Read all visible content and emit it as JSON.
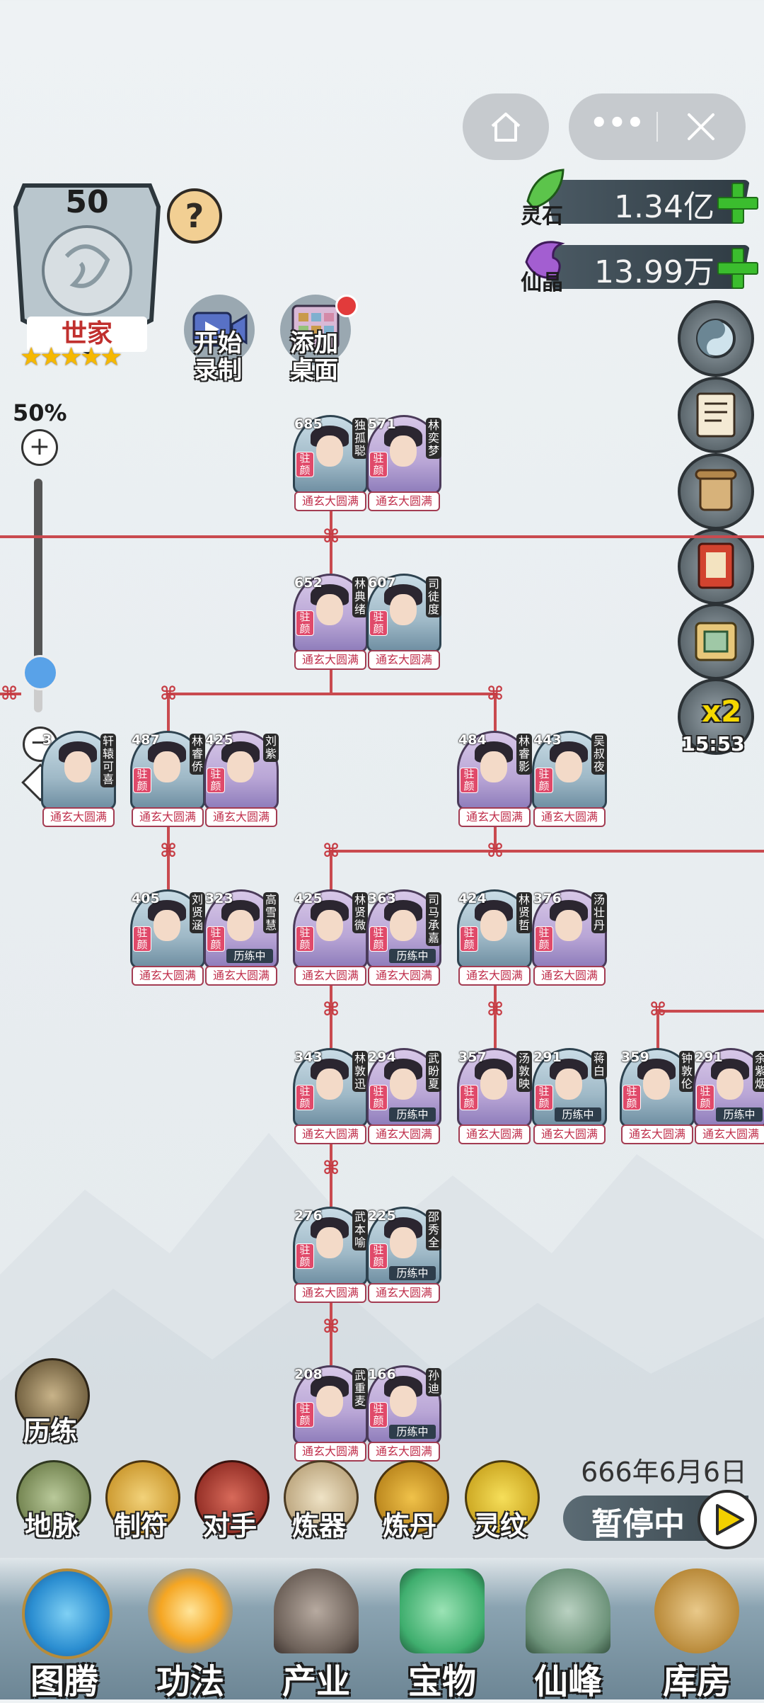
{
  "header": {
    "level": "50",
    "help": "?",
    "clan_type": "世家",
    "stars": 5
  },
  "actions": {
    "record": "开始\n录制",
    "add_desktop": "添加\n桌面"
  },
  "zoom": {
    "percent": "50%",
    "plus": "⊕",
    "minus": "⊖",
    "level": 0.82
  },
  "currency": [
    {
      "name": "灵石",
      "value": "1.34亿",
      "color": "#5cc44b"
    },
    {
      "name": "仙晶",
      "value": "13.99万",
      "color": "#a35ed1"
    }
  ],
  "side": {
    "speed": "x2",
    "timer": "15:53"
  },
  "cards": [
    {
      "num": "685",
      "name": "独孤聪",
      "rank": "通玄大圆满",
      "tag": "驻颜",
      "training": ""
    },
    {
      "num": "571",
      "name": "林奕梦",
      "rank": "通玄大圆满",
      "tag": "驻颜",
      "training": ""
    },
    {
      "num": "652",
      "name": "林典绪",
      "rank": "通玄大圆满",
      "tag": "驻颜",
      "training": ""
    },
    {
      "num": "607",
      "name": "司徒度",
      "rank": "通玄大圆满",
      "tag": "驻颜",
      "training": ""
    },
    {
      "num": "3",
      "name": "轩辕可喜",
      "rank": "通玄大圆满",
      "tag": "",
      "training": ""
    },
    {
      "num": "487",
      "name": "林睿侨",
      "rank": "通玄大圆满",
      "tag": "驻颜",
      "training": ""
    },
    {
      "num": "425",
      "name": "刘紫",
      "rank": "通玄大圆满",
      "tag": "驻颜",
      "training": ""
    },
    {
      "num": "484",
      "name": "林睿影",
      "rank": "通玄大圆满",
      "tag": "驻颜",
      "training": ""
    },
    {
      "num": "443",
      "name": "吴叔夜",
      "rank": "通玄大圆满",
      "tag": "驻颜",
      "training": ""
    },
    {
      "num": "405",
      "name": "刘贤涵",
      "rank": "通玄大圆满",
      "tag": "驻颜",
      "training": ""
    },
    {
      "num": "323",
      "name": "高雪慧",
      "rank": "通玄大圆满",
      "tag": "驻颜",
      "training": "历练中"
    },
    {
      "num": "425",
      "name": "林贤微",
      "rank": "通玄大圆满",
      "tag": "驻颜",
      "training": ""
    },
    {
      "num": "363",
      "name": "司马承嘉",
      "rank": "通玄大圆满",
      "tag": "驻颜",
      "training": "历练中"
    },
    {
      "num": "424",
      "name": "林贤哲",
      "rank": "通玄大圆满",
      "tag": "驻颜",
      "training": ""
    },
    {
      "num": "376",
      "name": "汤壮丹",
      "rank": "通玄大圆满",
      "tag": "驻颜",
      "training": ""
    },
    {
      "num": "343",
      "name": "林敦迅",
      "rank": "通玄大圆满",
      "tag": "驻颜",
      "training": ""
    },
    {
      "num": "294",
      "name": "武盼夏",
      "rank": "通玄大圆满",
      "tag": "驻颜",
      "training": "历练中"
    },
    {
      "num": "357",
      "name": "汤敦映",
      "rank": "通玄大圆满",
      "tag": "驻颜",
      "training": ""
    },
    {
      "num": "291",
      "name": "蒋白",
      "rank": "通玄大圆满",
      "tag": "驻颜",
      "training": "历练中"
    },
    {
      "num": "359",
      "name": "钟敦伦",
      "rank": "通玄大圆满",
      "tag": "驻颜",
      "training": ""
    },
    {
      "num": "291",
      "name": "余紫烟",
      "rank": "通玄大圆满",
      "tag": "驻颜",
      "training": "历练中"
    },
    {
      "num": "276",
      "name": "武本喻",
      "rank": "通玄大圆满",
      "tag": "驻颜",
      "training": ""
    },
    {
      "num": "225",
      "name": "邵秀全",
      "rank": "通玄大圆满",
      "tag": "驻颜",
      "training": "历练中"
    },
    {
      "num": "208",
      "name": "武重麦",
      "rank": "通玄大圆满",
      "tag": "驻颜",
      "training": ""
    },
    {
      "num": "166",
      "name": "孙迪",
      "rank": "通玄大圆满",
      "tag": "驻颜",
      "training": "历练中"
    }
  ],
  "tools": {
    "train": "历练",
    "dimai": "地脉",
    "zhifu": "制符",
    "duishou": "对手",
    "lianqi": "炼器",
    "liandan": "炼丹",
    "lingwen": "灵纹"
  },
  "game": {
    "date": "666年6月6日",
    "status": "暂停中"
  },
  "nav": [
    "图腾",
    "功法",
    "产业",
    "宝物",
    "仙峰",
    "库房"
  ]
}
